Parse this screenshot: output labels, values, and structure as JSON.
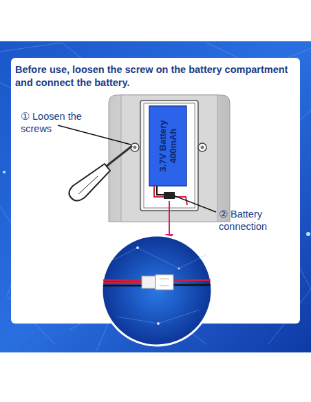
{
  "diagram": {
    "title": "Before use, loosen the screw on the battery compartment and connect the battery.",
    "nodes": [
      {
        "text": [
          "3.7V Battery 400mAh"
        ]
      }
    ],
    "labels": [
      "① Loosen the screws",
      "② Battery connection"
    ]
  }
}
